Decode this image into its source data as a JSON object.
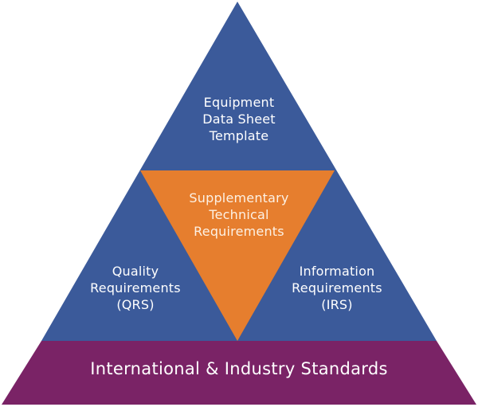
{
  "colors": {
    "blue_section": "#3b5a9a",
    "orange_section": "#e67e2e",
    "purple_base": "#7a2366",
    "text": "#ffffff"
  },
  "top_section": {
    "lines": [
      "Equipment",
      "Data Sheet",
      "Template"
    ]
  },
  "center_section": {
    "lines": [
      "Supplementary",
      "Technical",
      "Requirements"
    ]
  },
  "left_section": {
    "lines": [
      "Quality",
      "Requirements",
      "(QRS)"
    ]
  },
  "right_section": {
    "lines": [
      "Information",
      "Requirements",
      "(IRS)"
    ]
  },
  "base_section": {
    "label": "International & Industry Standards"
  }
}
